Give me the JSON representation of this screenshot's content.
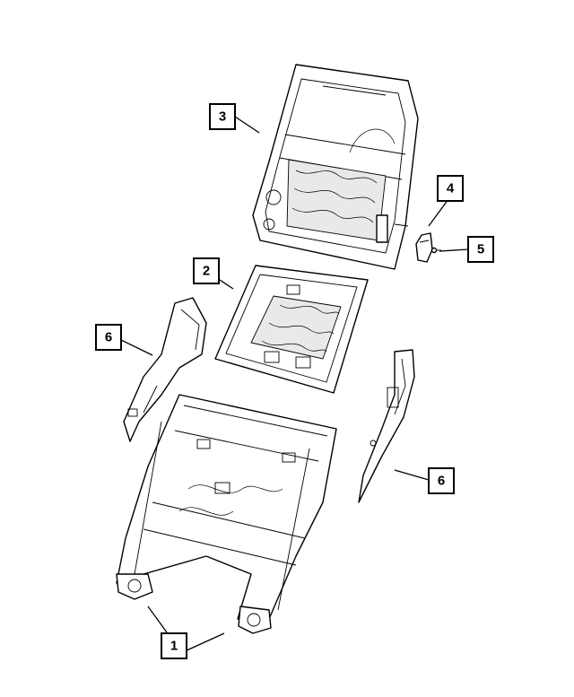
{
  "callouts": {
    "c1": "1",
    "c2": "2",
    "c3": "3",
    "c4": "4",
    "c5": "5",
    "c6_left": "6",
    "c6_right": "6"
  }
}
